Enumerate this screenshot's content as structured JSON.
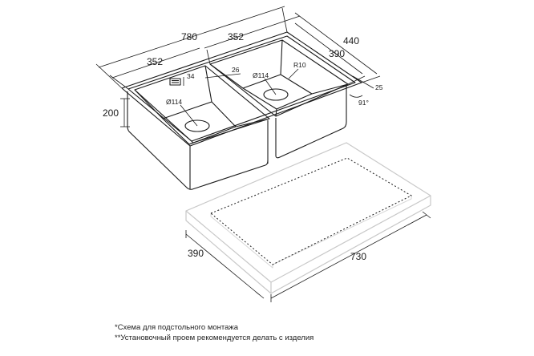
{
  "dimensions": {
    "overall_width": "780",
    "left_bowl_top": "352",
    "right_bowl_top": "352",
    "overall_depth": "440",
    "bowl_depth": "390",
    "height": "200",
    "overflow": "34",
    "gap": "26",
    "drain_left": "Ø114",
    "drain_right": "Ø114",
    "radius": "R10",
    "rim": "25",
    "angle": "91°"
  },
  "cutout": {
    "width": "730",
    "depth": "390"
  },
  "notes": {
    "line1": "*Схема для подстольного монтажа",
    "line2": "**Установочный проем рекомендуется делать с изделия"
  }
}
